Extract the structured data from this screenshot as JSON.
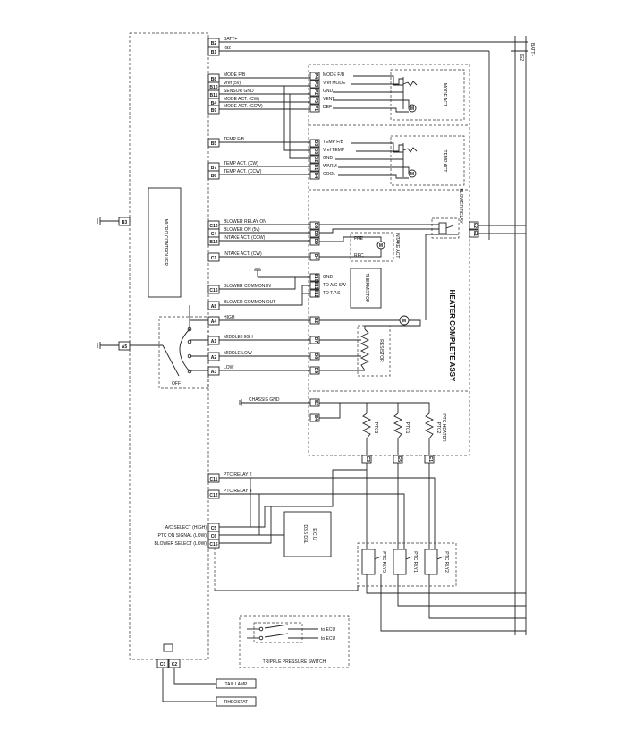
{
  "top": {
    "batt_label": "BATT+",
    "ig2_label": "IG2",
    "right_batt": "BATT+",
    "right_ig2": "IG2"
  },
  "mc": {
    "title": "MICRO CONTROLLER",
    "pins": {
      "b2": "B2",
      "b1": "B1",
      "b8": "B8",
      "b10": "B10",
      "b11": "B11",
      "b4": "B4",
      "b9": "B9",
      "b5": "B5",
      "b7": "B7",
      "b6": "B6",
      "b3": "B3",
      "c10": "C10",
      "c4": "C4",
      "b12": "B12",
      "c1": "C1",
      "c16": "C16",
      "a8": "A8",
      "a4": "A4",
      "a5": "A5",
      "a1": "A1",
      "a2": "A2",
      "a3": "A3",
      "c11": "C11",
      "c12": "C12",
      "c5": "C5",
      "c6": "C6",
      "c15": "C15",
      "c3": "C3",
      "c2": "C2"
    },
    "off_label": "OFF"
  },
  "signals": {
    "batt": "BATT+",
    "ig2": "IG2",
    "mode_fb": "MODE F/B",
    "vref": "Vref (5v)",
    "sensor_gnd": "SENSOR GND",
    "mode_cw": "MODE ACT. (CW)",
    "mode_ccw": "MODE ACT. (CCW)",
    "temp_fb": "TEMP F/B",
    "temp_cw": "TEMP ACT. (CW)",
    "temp_ccw": "TEMP ACT. (CCW)",
    "blower_relay_on": "BLOWER RELAY ON",
    "blower_on": "BLOWER ON (5v)",
    "intake_ccw": "INTAKE ACT. (CCW)",
    "intake_cw": "INTAKE ACT. (CW)",
    "blower_common_in": "BLOWER COMMON IN",
    "blower_common_out": "BLOWER COMMON OUT",
    "high": "HIGH",
    "middle_high": "MIDDLE HIGH",
    "middle_low": "MIDDLE LOW",
    "low": "LOW",
    "chassis_gnd": "CHASSIS GND",
    "ptc_relay_2": "PTC RELAY 2",
    "ptc_relay_3": "PTC RELAY 3",
    "ac_select": "A/C SELECT (HIGH)",
    "ptc_on": "PTC ON SIGNAL (LOW)",
    "blower_select": "BLOWER SELECT (LOW)"
  },
  "heater": {
    "title": "HEATER COMPLETE ASSY",
    "mode_pins": {
      "p1": "P4",
      "p2": "P3",
      "p3": "P2",
      "p4": "P5",
      "p5": "P1"
    },
    "mode_labels": [
      "MODE F/B",
      "Vref MODE",
      "GND",
      "VENT",
      "DEF"
    ],
    "mode_act": "MODE ACT",
    "temp_pins": {
      "p1": "D3",
      "p2": "D5",
      "p3": "D2",
      "p4": "D1",
      "p5": "D4"
    },
    "temp_labels": [
      "TEMP F/B",
      "Vref TEMP",
      "GND",
      "WARM",
      "COOL"
    ],
    "temp_act": "TEMP ACT",
    "relay_label": "BLOWER RELAY",
    "relay_pins": {
      "r1": "E2",
      "r2": "E1"
    },
    "blower_pins": {
      "p1": "D6",
      "p2": "D8",
      "p3": "D9",
      "p4": "D4"
    },
    "intake_pins": {
      "p1": "D1",
      "p2": "D5"
    },
    "intake_labels": {
      "fre": "FRE",
      "rec": "REC"
    },
    "intake_act": "INTAKE ACT",
    "thermistor_pins": {
      "p1": "E10",
      "p2": "E11",
      "p3": "E12"
    },
    "thermistor_labels": [
      "GND",
      "TO A/C SW",
      "TO T.P.S"
    ],
    "thermistor": "THERMISTOR",
    "blower_motor": "M",
    "speed_pins": {
      "p1": "D2",
      "p2": "D7",
      "p3": "D8",
      "p4": "D9"
    },
    "resistor": "RESISTOR",
    "chassis_pins": {
      "p1": "E2",
      "p2": "E4"
    },
    "ptc_labels": [
      "PTC3",
      "PTC1",
      "PTC2"
    ],
    "ptc_heater": "PTC HEATER",
    "ptc_conn": [
      "E3",
      "E5",
      "E1"
    ],
    "motor": "M"
  },
  "ecu": {
    "title": "E.C.U",
    "sub": "D3.5 D3L"
  },
  "ptc_relays": [
    "PTC RLY3",
    "PTC RLY1",
    "PTC RLY2"
  ],
  "pressure": {
    "title": "TRIPPLE PRESSURE SWITCH",
    "to1": "to ECU",
    "to2": "to ECU"
  },
  "bottom": {
    "tail": "TAIL LAMP",
    "rheo": "RHEOSTAT"
  }
}
